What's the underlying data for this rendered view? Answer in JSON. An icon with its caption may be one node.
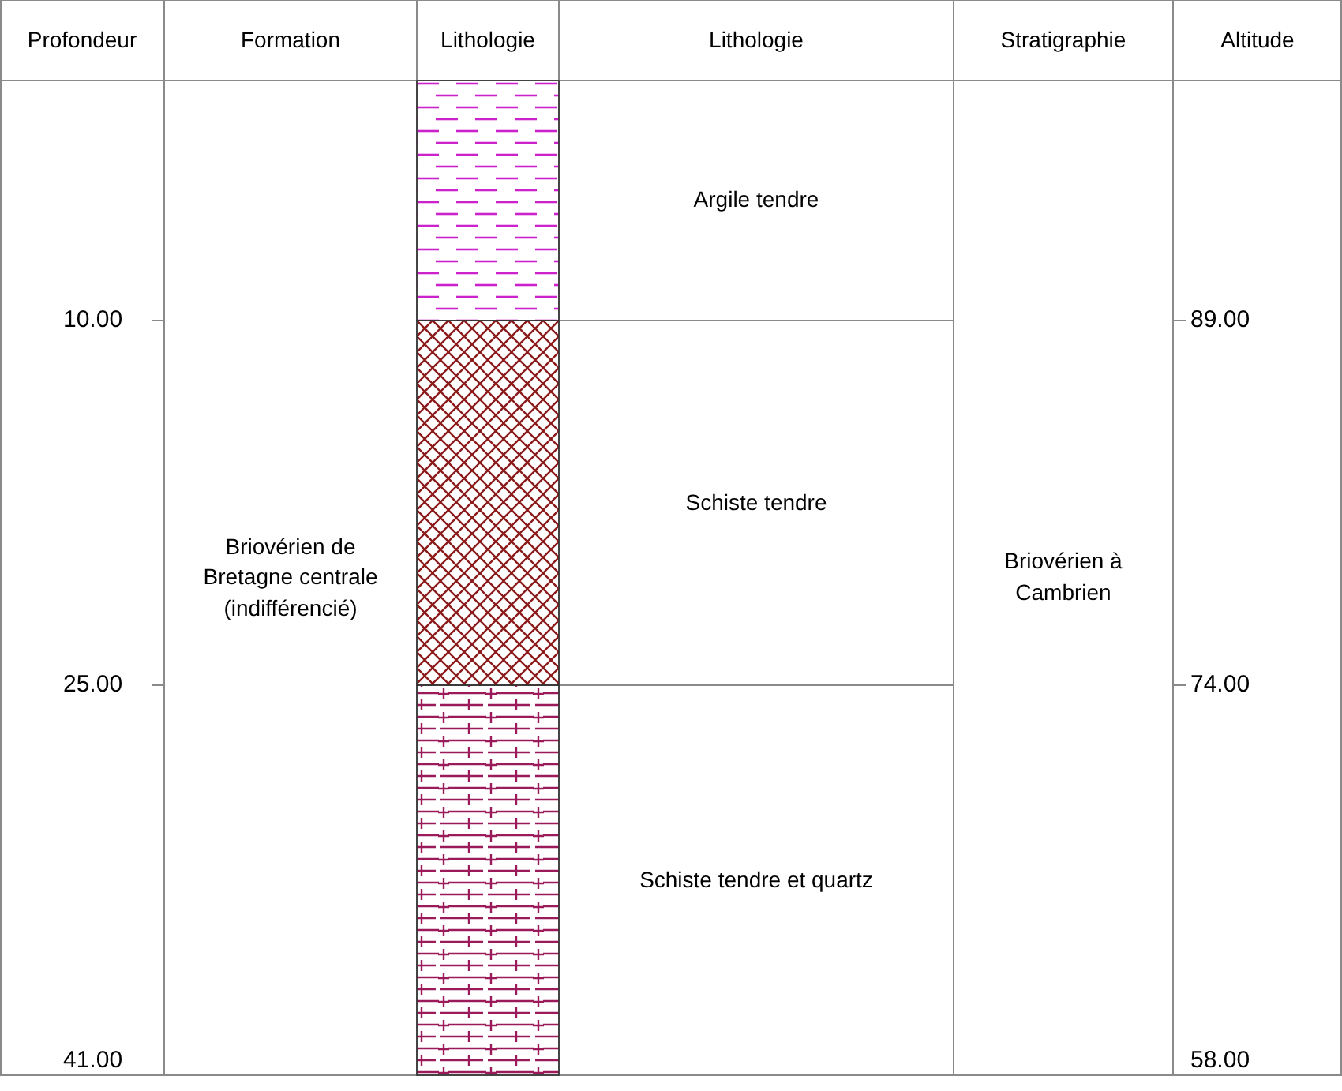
{
  "diagram": {
    "nodes": [
      {
        "text": [
          "Profondeur"
        ]
      },
      {
        "text": [
          "Formation"
        ]
      },
      {
        "text": [
          "Lithologie"
        ]
      },
      {
        "text": [
          "Lithologie"
        ]
      },
      {
        "text": [
          "Stratigraphie"
        ]
      },
      {
        "text": [
          "Altitude"
        ]
      },
      {
        "text": [
          "Briovérien de Bretagne centrale (indifférencié)"
        ]
      },
      {
        "text": [],
        "shape": "box"
      },
      {
        "text": [],
        "shape": "box"
      },
      {
        "text": [],
        "shape": "box"
      },
      {
        "text": [
          "Argile tendre"
        ]
      },
      {
        "text": [
          "Schiste tendre"
        ]
      },
      {
        "text": [
          "Schiste tendre et quartz"
        ]
      },
      {
        "text": [
          "Briovérien à Cambrien"
        ]
      }
    ],
    "labels": [
      "10.00",
      "89.00",
      "25.00",
      "74.00",
      "41.00",
      "58.00"
    ]
  }
}
